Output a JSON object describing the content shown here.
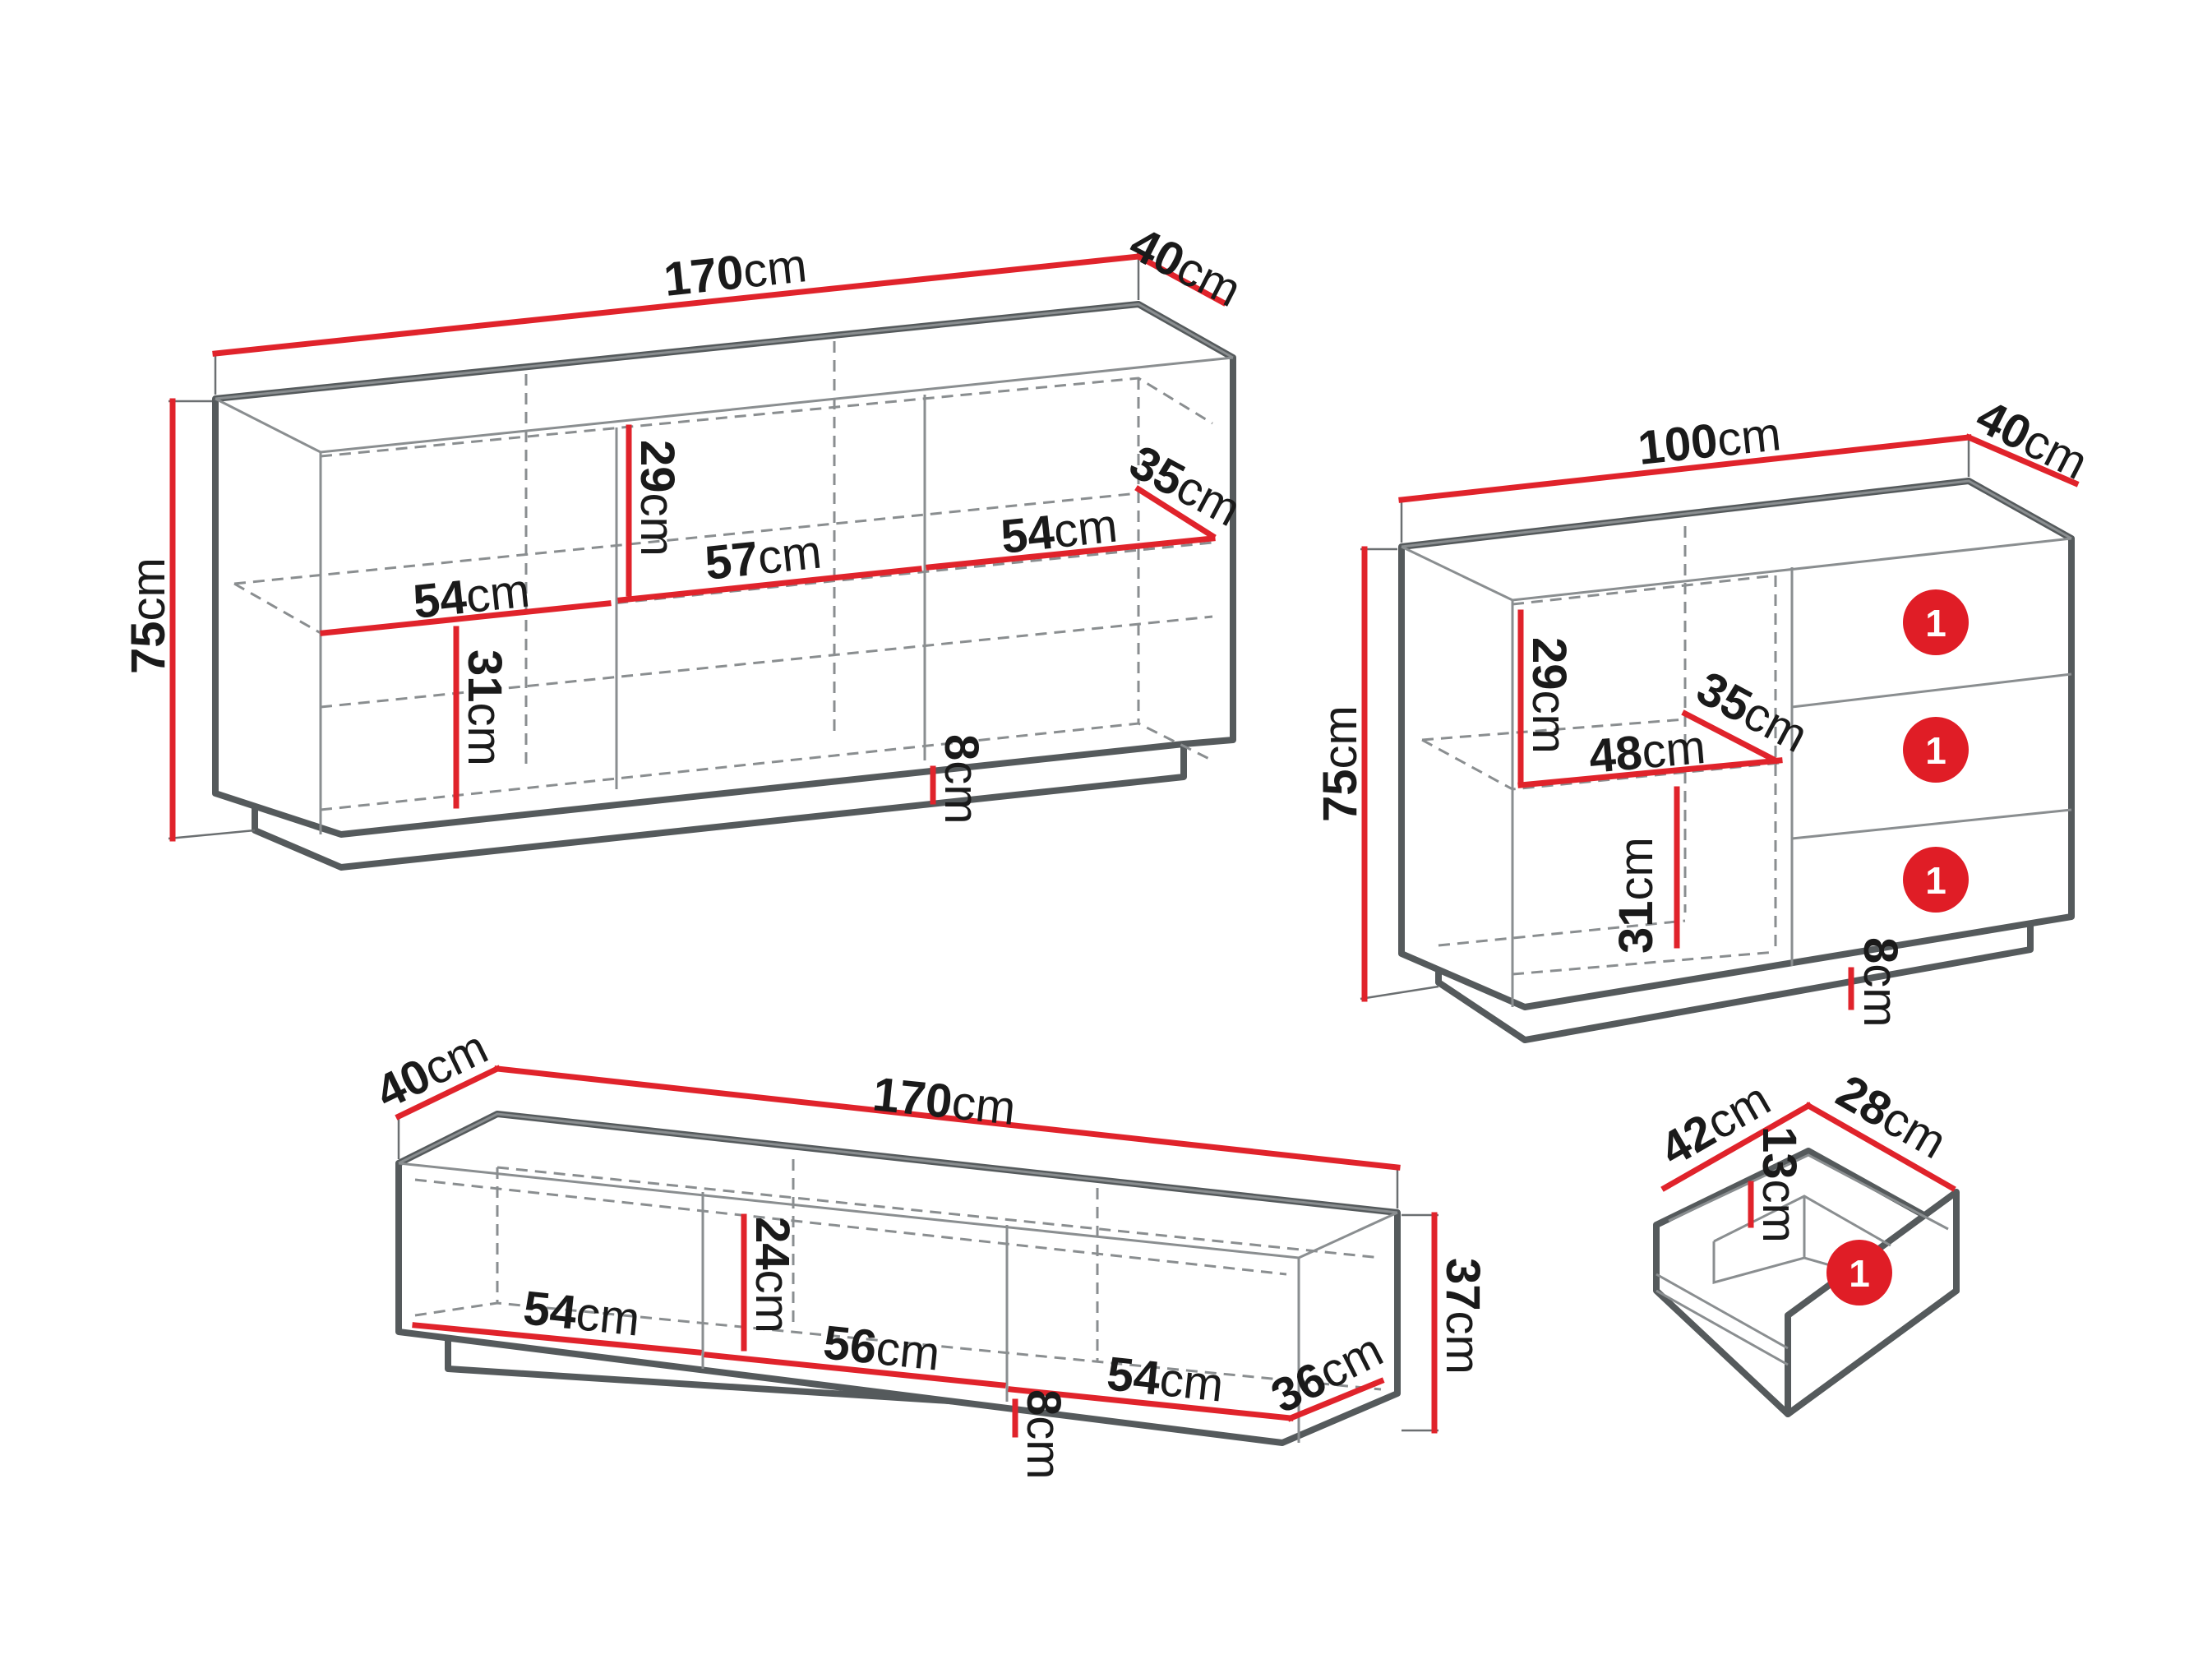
{
  "sideboard": {
    "width": "170",
    "depth": "40",
    "height": "75",
    "shelf_left_width": "54",
    "shelf_mid_width": "57",
    "shelf_right_width": "54",
    "shelf_depth": "35",
    "upper_height": "29",
    "lower_height": "31",
    "plinth": "8"
  },
  "cabinet": {
    "width": "100",
    "depth": "40",
    "height": "75",
    "shelf_width": "48",
    "shelf_depth": "35",
    "upper_height": "29",
    "lower_height": "31",
    "plinth": "8",
    "drawer_badges": [
      "1",
      "1",
      "1"
    ]
  },
  "tv_stand": {
    "width": "170",
    "depth": "40",
    "height": "37",
    "left_width": "54",
    "mid_width": "56",
    "right_width": "54",
    "inner_depth": "36",
    "inner_height": "24",
    "plinth": "8"
  },
  "drawer": {
    "width": "42",
    "depth": "28",
    "height": "13",
    "badge": "1"
  },
  "unit": "cm",
  "colors": {
    "dimension_line": "#e0232b",
    "outline": "#555a5c",
    "badge": "#e01d26"
  }
}
